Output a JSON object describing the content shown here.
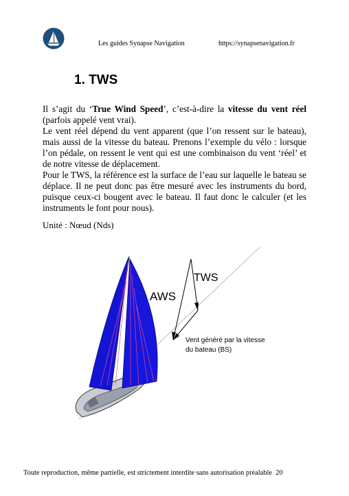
{
  "header": {
    "brand": "Les guides Synapse Navigation",
    "url": "https://synapsenavigation.fr"
  },
  "section": {
    "title": "1. TWS"
  },
  "paragraph": {
    "p1_before": "Il s’agit du ‘",
    "p1_bold1": "True Wind Speed",
    "p1_mid": "’, c’est-à-dire la ",
    "p1_bold2": "vitesse du vent réel",
    "p1_after": " (parfois appelé vent vrai).",
    "p2": "Le vent réel dépend du vent apparent (que l’on ressent sur le bateau), mais aussi de la vitesse du bateau. Prenons l’exemple du vélo : lorsque l’on pédale, on ressent le vent qui est une combinaison du vent ‘réel’ et de notre vitesse de déplacement.",
    "p3": "Pour le TWS, la référence est la surface de l’eau sur laquelle le bateau se déplace. Il ne peut donc pas être mesuré avec les instruments du bord, puisque ceux-ci bougent avec le bateau. Il faut donc le calculer (et les instruments le font pour nous)."
  },
  "unit": "Unité : Nœud (Nds)",
  "figure": {
    "label_aws": "AWS",
    "label_tws": "TWS",
    "label_bs_line1": "Vent généré par la vitesse",
    "label_bs_line2": "du bateau (BS)"
  },
  "footer": {
    "notice": "Toute reproduction, même partielle, est strictement interdite sans autorisation préalable",
    "page_number": "20"
  }
}
